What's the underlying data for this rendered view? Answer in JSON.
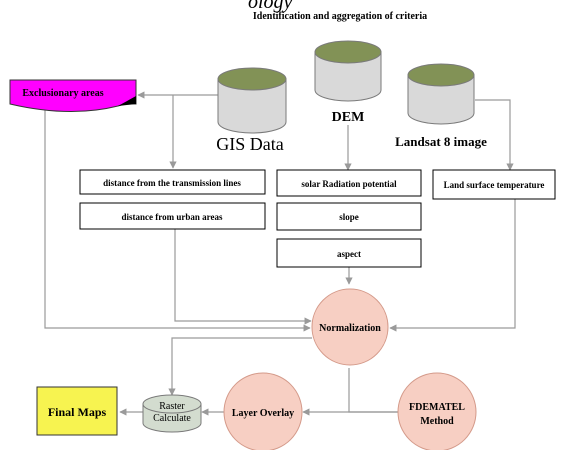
{
  "header": {
    "partial_title": "ology",
    "subtitle": "Identification and aggregation of criteria"
  },
  "sources": {
    "gis": {
      "label": "GIS Data",
      "fill": "#829256"
    },
    "dem": {
      "label": "DEM",
      "fill": "#829256"
    },
    "landsat": {
      "label": "Landsat 8 image",
      "fill": "#829256"
    }
  },
  "exclusionary": {
    "label": "Exclusionary areas",
    "fill": "#ff00ff"
  },
  "criteria": {
    "transmission": "distance from the transmission lines",
    "urban": "distance from urban areas",
    "solar": "solar Radiation potential",
    "slope": "slope",
    "aspect": "aspect",
    "lst": "Land surface temperature"
  },
  "process": {
    "normalization": "Normalization",
    "layer_overlay": "Layer Overlay",
    "fdematel_line1": "FDEMATEL",
    "fdematel_line2": "Method",
    "raster_line1": "Raster",
    "raster_line2": "Calculate",
    "node_fill": "#f7cfc3",
    "raster_fill": "#d3dccf"
  },
  "output": {
    "label": "Final Maps",
    "fill": "#f7f350"
  },
  "colors": {
    "arrow": "#9a9a9a",
    "cylinder_body": "#d9d9d9"
  }
}
